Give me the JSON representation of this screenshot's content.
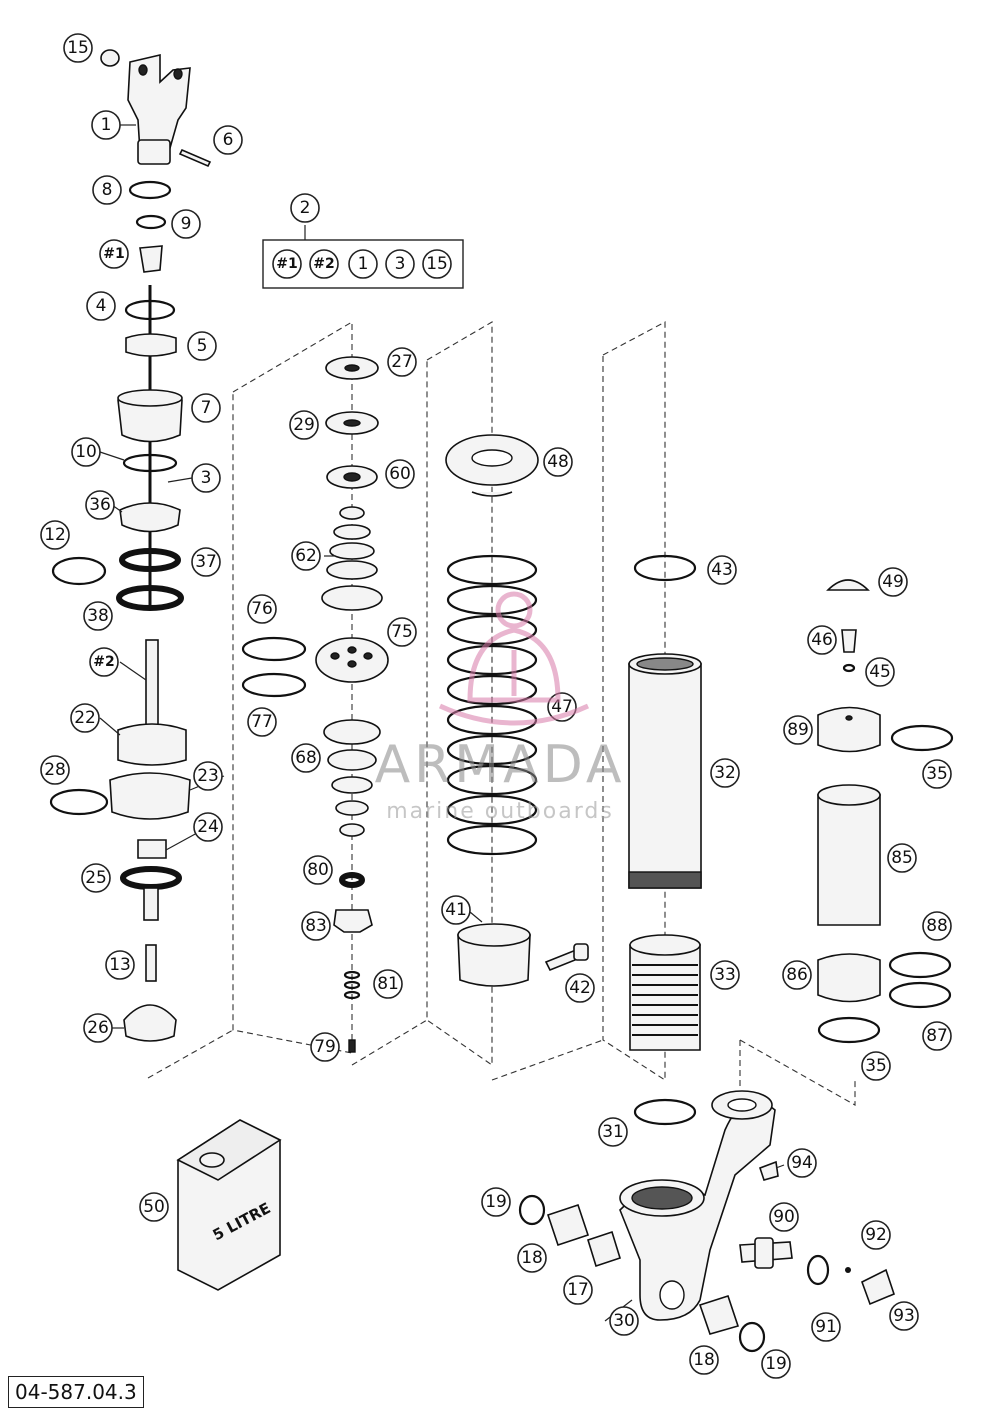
{
  "drawing_number": "04-587.04.3",
  "watermark": {
    "brand": "ARMADA",
    "tagline": "marine outboards"
  },
  "kit_box": {
    "number": "2",
    "contents": [
      "#1",
      "#2",
      "1",
      "3",
      "15"
    ]
  },
  "callouts": {
    "c15a": "15",
    "c1": "1",
    "c6": "6",
    "c8": "8",
    "c9": "9",
    "c1h": "#1",
    "c4": "4",
    "c5": "5",
    "c7": "7",
    "c10": "10",
    "c3": "3",
    "c36": "36",
    "c12": "12",
    "c37": "37",
    "c38": "38",
    "c2h": "#2",
    "c22": "22",
    "c28": "28",
    "c23": "23",
    "c24": "24",
    "c25": "25",
    "c13": "13",
    "c26": "26",
    "c27": "27",
    "c29": "29",
    "c60": "60",
    "c62": "62",
    "c76": "76",
    "c75": "75",
    "c77": "77",
    "c68": "68",
    "c80": "80",
    "c83": "83",
    "c81": "81",
    "c79": "79",
    "c48": "48",
    "c47": "47",
    "c41": "41",
    "c42": "42",
    "c43": "43",
    "c32": "32",
    "c33": "33",
    "c31": "31",
    "c49": "49",
    "c46": "46",
    "c45": "45",
    "c89": "89",
    "c35a": "35",
    "c85": "85",
    "c88": "88",
    "c86": "86",
    "c87": "87",
    "c35b": "35",
    "c94": "94",
    "c90": "90",
    "c92": "92",
    "c19a": "19",
    "c18a": "18",
    "c17": "17",
    "c30": "30",
    "c18b": "18",
    "c19b": "19",
    "c91": "91",
    "c93": "93",
    "c50": "50"
  },
  "canister_label": "5 LITRE"
}
